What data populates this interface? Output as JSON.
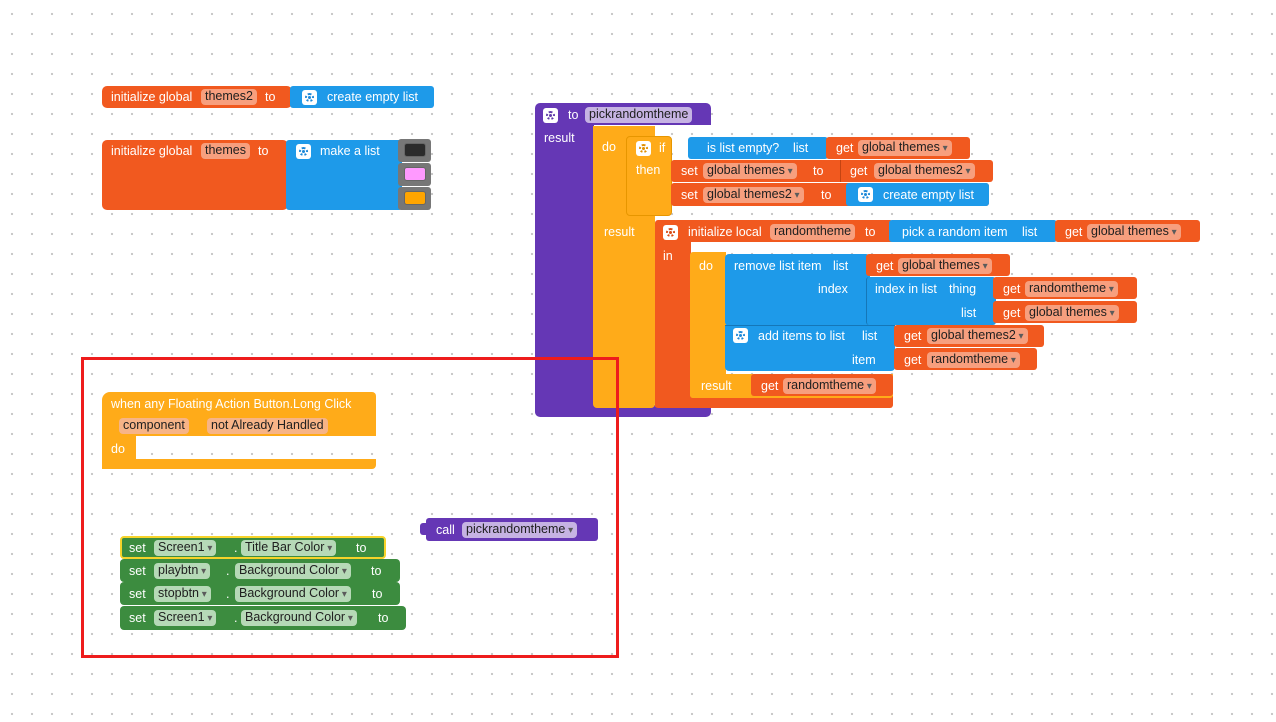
{
  "colors": {
    "orange": "#f1591f",
    "blue": "#1e9ae9",
    "purple": "#6537b5",
    "amber": "#ffab19",
    "green": "#3c8c3f",
    "highlight_box": "#ee1c1c"
  },
  "block_init_themes2": {
    "prefix": "initialize global",
    "var": "themes2",
    "to": "to",
    "value": "create empty list"
  },
  "block_init_themes": {
    "prefix": "initialize global",
    "var": "themes",
    "to": "to",
    "value": "make a list",
    "swatches": [
      "#2b2b2b",
      "#ff99ff",
      "#ffa500"
    ]
  },
  "proc": {
    "to": "to",
    "name": "pickrandomtheme",
    "result": "result",
    "do": "do",
    "if": "if",
    "is_list_empty": "is list empty?",
    "list": "list",
    "get": "get",
    "global_themes": "global themes",
    "global_themes2": "global themes2",
    "then": "then",
    "set": "set",
    "to_kw": "to",
    "create_empty_list": "create empty list",
    "init_local": "initialize local",
    "randomtheme": "randomtheme",
    "pick_random_item": "pick a random item",
    "in": "in",
    "remove_list_item": "remove list item",
    "index": "index",
    "index_in_list": "index in list",
    "thing": "thing",
    "add_items_to_list": "add items to list",
    "item": "item"
  },
  "event_block": {
    "title": "when any Floating Action Button.Long Click",
    "param1": "component",
    "param2": "not Already Handled",
    "do": "do"
  },
  "call_block": {
    "call": "call",
    "name": "pickrandomtheme"
  },
  "setter_blocks": [
    {
      "set": "set",
      "component": "Screen1",
      "dot": ".",
      "property": "Title Bar Color",
      "to": "to"
    },
    {
      "set": "set",
      "component": "playbtn",
      "dot": ".",
      "property": "Background Color",
      "to": "to"
    },
    {
      "set": "set",
      "component": "stopbtn",
      "dot": ".",
      "property": "Background Color",
      "to": "to"
    },
    {
      "set": "set",
      "component": "Screen1",
      "dot": ".",
      "property": "Background Color",
      "to": "to"
    }
  ]
}
